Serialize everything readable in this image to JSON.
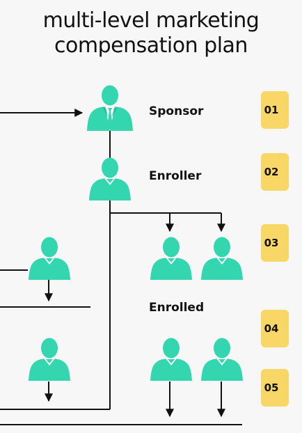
{
  "title": {
    "line1": "multi-level marketing",
    "line2": "compensation plan"
  },
  "roles": {
    "sponsor": "Sponsor",
    "enroller": "Enroller",
    "enrolled": "Enrolled"
  },
  "steps": [
    "01",
    "02",
    "03",
    "04",
    "05"
  ],
  "colors": {
    "background": "#f7f7f7",
    "person": "#33d6ae",
    "badge": "#f8d766",
    "line": "#111111"
  },
  "icons": {
    "sponsor": "businessman-icon",
    "member": "person-icon"
  }
}
